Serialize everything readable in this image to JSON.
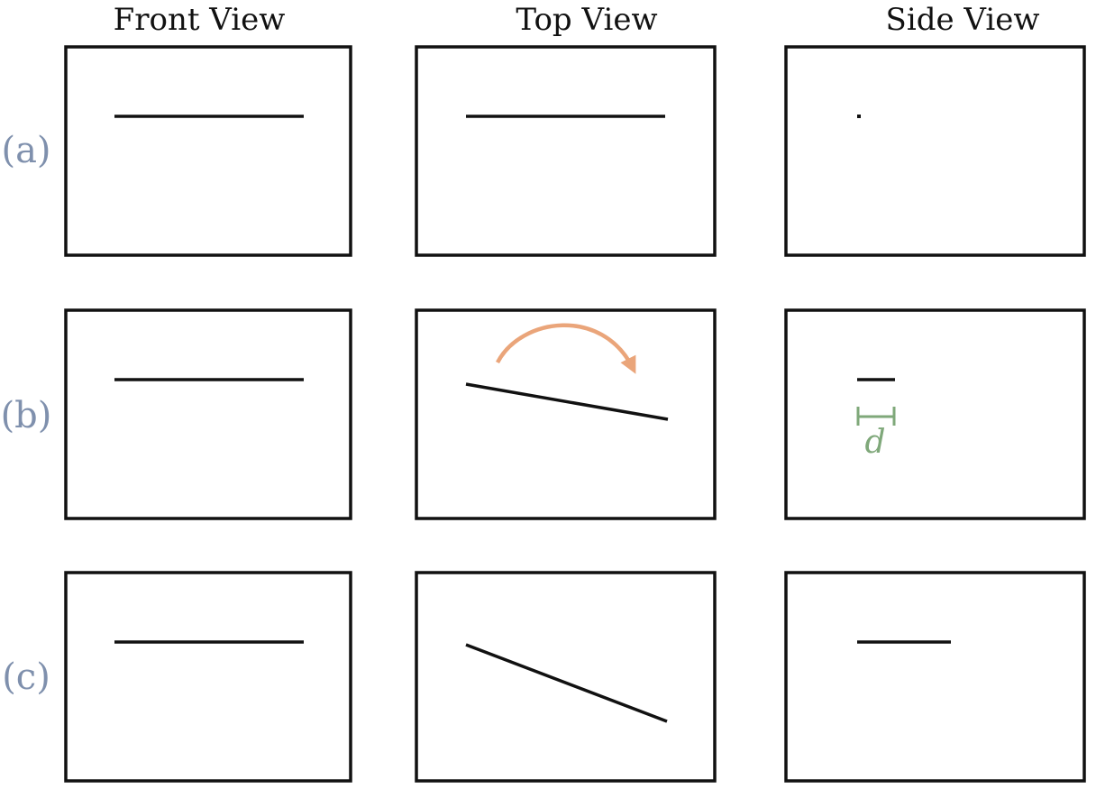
{
  "columns": {
    "front": "Front View",
    "top": "Top View",
    "side": "Side View"
  },
  "rows": {
    "a": "(a)",
    "b": "(b)",
    "c": "(c)"
  },
  "dimension": {
    "label": "d",
    "color": "#7fa87a"
  },
  "colors": {
    "row_label": "#7f90ad",
    "rotation_arrow": "#eaa57a",
    "lines": "#111111"
  },
  "icons": {
    "rotation": "curved-arrow-icon"
  }
}
